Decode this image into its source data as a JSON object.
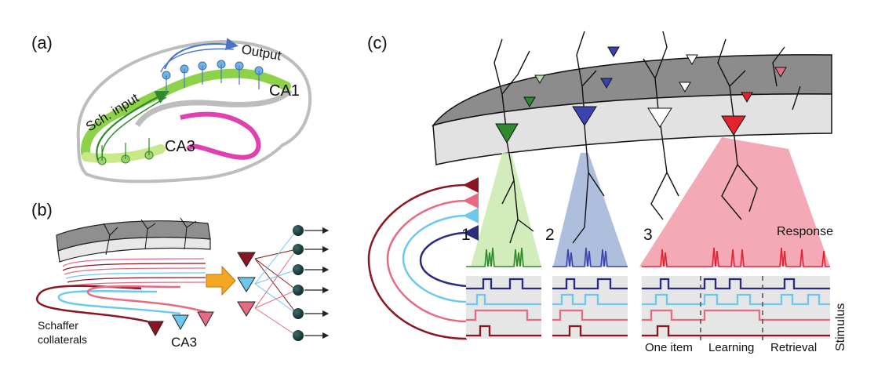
{
  "panels": {
    "a": {
      "label": "(a)",
      "sch_input": "Sch. input",
      "output": "Output",
      "ca1": "CA1",
      "ca3": "CA3"
    },
    "b": {
      "label": "(b)",
      "schaffer_line1": "Schaffer",
      "schaffer_line2": "collaterals",
      "ca3": "CA3"
    },
    "c": {
      "label": "(c)",
      "neuron_numbers": [
        "1",
        "2",
        "3"
      ],
      "response": "Response",
      "stimulus": "Stimulus",
      "phases": [
        "One item",
        "Learning",
        "Retrieval"
      ]
    }
  },
  "colors": {
    "green": "#2d8a2d",
    "blue": "#3a44b0",
    "red": "#e5222e",
    "dark_red": "#8b1520",
    "light_blue": "#6cc8ef",
    "pink": "#e66a82",
    "navy": "#2a2a80",
    "gray": "#8c8c8c",
    "light_gray": "#d9d9d9"
  },
  "icons": [
    "pyramidal-neuron-icon",
    "output-node-icon",
    "arrow-icon"
  ]
}
